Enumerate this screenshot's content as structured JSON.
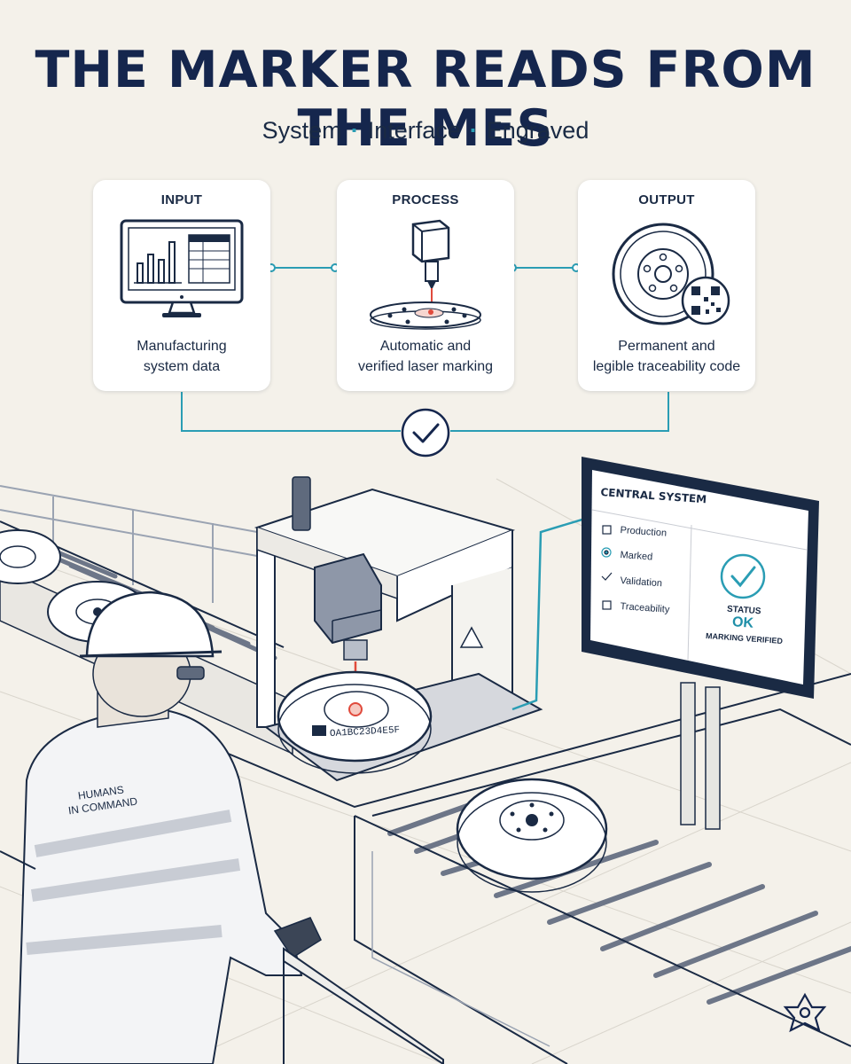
{
  "header": {
    "title": "THE MARKER READS FROM THE MES",
    "subtitle_parts": [
      "System",
      "Interface",
      "Engraved"
    ]
  },
  "steps": [
    {
      "heading": "INPUT",
      "lines": [
        "Manufacturing",
        "system data"
      ],
      "icon": "monitor-chart-icon"
    },
    {
      "heading": "PROCESS",
      "lines": [
        "Automatic and",
        "verified laser marking"
      ],
      "icon": "laser-head-icon"
    },
    {
      "heading": "OUTPUT",
      "lines": [
        "Permanent and",
        "legible traceability code"
      ],
      "icon": "wheel-qr-icon"
    }
  ],
  "screen": {
    "title": "CENTRAL SYSTEM",
    "menu": [
      "Production",
      "Marked",
      "Validation",
      "Traceability"
    ],
    "status_label": "STATUS",
    "status_value": "OK",
    "status_note": "MARKING VERIFIED"
  },
  "worker": {
    "vest_lines": [
      "HUMANS",
      "IN COMMAND"
    ]
  },
  "wheel_code": "OA1BC23D4E5F",
  "colors": {
    "navy": "#15264d",
    "teal": "#2a9db4",
    "laser": "#e04a3c",
    "background": "#f4f1ea"
  }
}
